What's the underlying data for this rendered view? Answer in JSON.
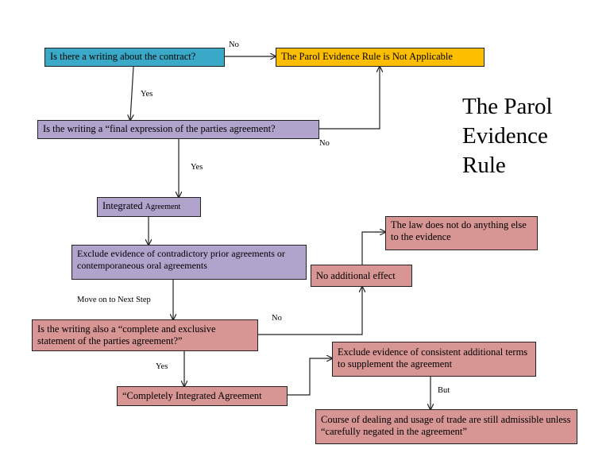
{
  "title": [
    "The Parol",
    "Evidence",
    "Rule"
  ],
  "nodes": {
    "writing_q": "Is there a writing about the contract?",
    "not_applicable": "The Parol Evidence Rule is Not Applicable",
    "final_expression_q": "Is the writing a “final expression of the parties agreement?",
    "integrated": "Integrated",
    "integrated_small": "Agreement",
    "exclude_contradictory": "Exclude evidence of contradictory  prior agreements or contemporaneous oral agreements",
    "law_nothing": "The law does not do anything else to the evidence",
    "no_additional": "No additional effect",
    "complete_q": "Is the  writing also a “complete and exclusive statement  of the parties agreement?”",
    "exclude_consistent": "Exclude evidence of consistent additional terms to supplement the agreement",
    "completely_integrated": "“Completely Integrated Agreement",
    "course_of_dealing": "Course of dealing and usage of trade are still admissible unless “carefully negated in the agreement”"
  },
  "edge_labels": {
    "no_1": "No",
    "yes_1": "Yes",
    "no_2": "No",
    "yes_2": "Yes",
    "move_on": "Move on to Next Step",
    "no_3": "No",
    "yes_3": "Yes",
    "but": "But"
  }
}
